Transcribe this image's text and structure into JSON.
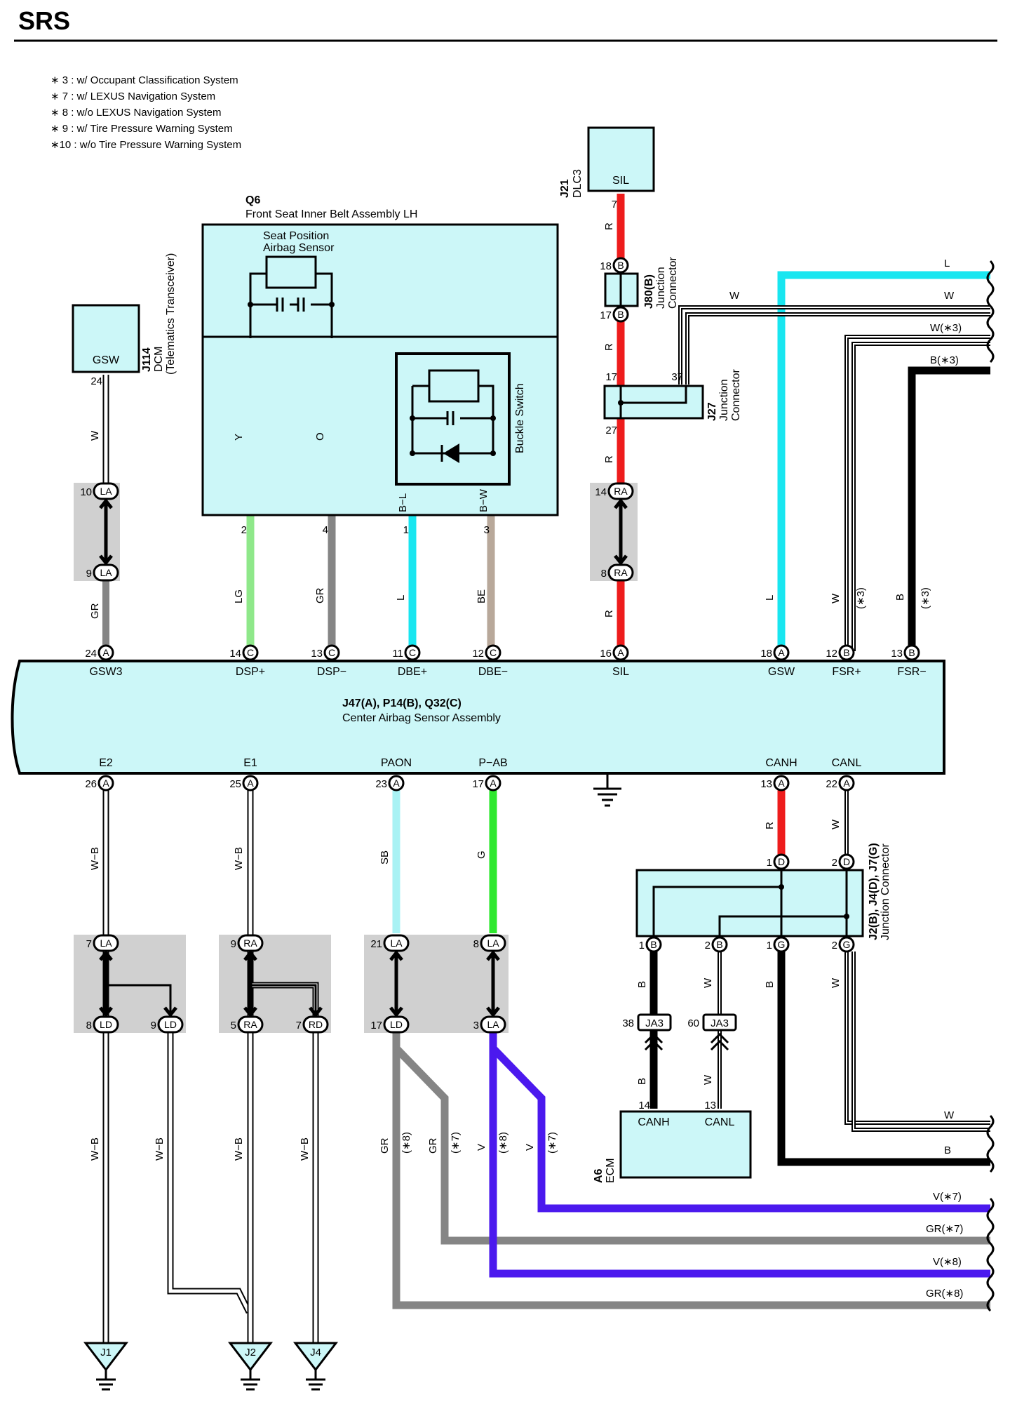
{
  "header": {
    "title": "SRS"
  },
  "notes": [
    "∗ 3 : w/ Occupant Classification System",
    "∗ 7 : w/ LEXUS Navigation System",
    "∗ 8 : w/o LEXUS Navigation System",
    "∗ 9 : w/ Tire Pressure Warning System",
    "∗10 : w/o Tire Pressure Warning System"
  ],
  "colors": {
    "box_fill": "#ccf7f8",
    "connector_shade": "#d0d0d0",
    "red": "#ee1c1c",
    "cyan": "#19e6f0",
    "yellow": "#f7e61a",
    "orange": "#f7871c",
    "light_green": "#8fe88a",
    "gray": "#858585",
    "beige": "#b8a89a",
    "light_blue": "#a9f2f4",
    "green": "#2ee82e",
    "violet": "#4b19ee",
    "black": "#000000"
  },
  "components": {
    "q6": {
      "code": "Q6",
      "name": "Front Seat Inner Belt Assembly LH",
      "sensor_line1": "Seat Position",
      "sensor_line2": "Airbag Sensor",
      "buckle": "Buckle Switch"
    },
    "j114": {
      "code": "J114",
      "name": "DCM",
      "sub": "(Telematics Transceiver)",
      "pin_label": "GSW"
    },
    "j21": {
      "code": "J21",
      "name": "DLC3",
      "pin_label": "SIL"
    },
    "j80": {
      "code": "J80(B)",
      "name1": "Junction",
      "name2": "Connector"
    },
    "j27": {
      "code": "J27",
      "name1": "Junction",
      "name2": "Connector"
    },
    "main": {
      "code": "J47(A), P14(B), Q32(C)",
      "name": "Center Airbag Sensor Assembly"
    },
    "j2j4j7": {
      "code": "J2(B), J4(D), J7(G)",
      "name": "Junction Connector"
    },
    "ecm": {
      "code": "A6",
      "name": "ECM",
      "pin1": "CANH",
      "pin2": "CANL"
    }
  },
  "terminals_top": [
    "GSW3",
    "DSP+",
    "DSP−",
    "DBE+",
    "DBE−",
    "SIL",
    "GSW",
    "FSR+",
    "FSR−"
  ],
  "terminals_bottom": [
    "E2",
    "E1",
    "PAON",
    "P−AB",
    "CANH",
    "CANL"
  ],
  "pins": {
    "main_top": [
      {
        "num": "24",
        "conn": "A"
      },
      {
        "num": "14",
        "conn": "C"
      },
      {
        "num": "13",
        "conn": "C"
      },
      {
        "num": "11",
        "conn": "C"
      },
      {
        "num": "12",
        "conn": "C"
      },
      {
        "num": "16",
        "conn": "A"
      },
      {
        "num": "18",
        "conn": "A"
      },
      {
        "num": "12",
        "conn": "B"
      },
      {
        "num": "13",
        "conn": "B"
      }
    ],
    "main_bottom": [
      {
        "num": "26",
        "conn": "A"
      },
      {
        "num": "25",
        "conn": "A"
      },
      {
        "num": "23",
        "conn": "A"
      },
      {
        "num": "17",
        "conn": "A"
      },
      {
        "num": "13",
        "conn": "A"
      },
      {
        "num": "22",
        "conn": "A"
      }
    ],
    "q6": [
      "2",
      "4",
      "1",
      "3"
    ],
    "j114": "24",
    "j21": "7",
    "j80": [
      {
        "num": "18",
        "conn": "B"
      },
      {
        "num": "17",
        "conn": "B"
      }
    ],
    "j27": [
      "17",
      "37",
      "27"
    ],
    "gsw_conn": [
      {
        "num": "10",
        "conn": "LA"
      },
      {
        "num": "9",
        "conn": "LA"
      }
    ],
    "sil_conn": [
      {
        "num": "14",
        "conn": "RA"
      },
      {
        "num": "8",
        "conn": "RA"
      }
    ],
    "jc_top": [
      {
        "num": "1",
        "conn": "D"
      },
      {
        "num": "2",
        "conn": "D"
      }
    ],
    "jc_bottom": [
      {
        "num": "1",
        "conn": "B"
      },
      {
        "num": "2",
        "conn": "B"
      },
      {
        "num": "1",
        "conn": "G"
      },
      {
        "num": "2",
        "conn": "G"
      }
    ],
    "ja3": [
      {
        "num": "38",
        "conn": "JA3"
      },
      {
        "num": "60",
        "conn": "JA3"
      }
    ],
    "ecm": [
      "14",
      "13"
    ],
    "e2_conn": [
      {
        "num": "7",
        "conn": "LA"
      },
      {
        "num": "8",
        "conn": "LD"
      },
      {
        "num": "9",
        "conn": "LD"
      }
    ],
    "e1_conn": [
      {
        "num": "9",
        "conn": "RA"
      },
      {
        "num": "5",
        "conn": "RA"
      },
      {
        "num": "7",
        "conn": "RD"
      }
    ],
    "p_conn": [
      {
        "num": "21",
        "conn": "LA"
      },
      {
        "num": "17",
        "conn": "LD"
      },
      {
        "num": "8",
        "conn": "LA"
      },
      {
        "num": "3",
        "conn": "LA"
      }
    ]
  },
  "wire_labels": {
    "gsw_top": "W",
    "gsw_bot": "GR",
    "dsp_p_in": "Y",
    "dsp_m_in": "O",
    "dbe_p_in": "B−L",
    "dbe_m_in": "B−W",
    "dsp_p": "LG",
    "dsp_m": "GR",
    "dbe_p": "L",
    "dbe_m": "BE",
    "sil": "R",
    "gsw": "L",
    "fsr_p": "W",
    "fsr_m": "B",
    "note3": "(∗3)",
    "right_l": "L",
    "right_w1": "W",
    "right_w2": "W",
    "j80_w": "W",
    "right_w3": "W(∗3)",
    "right_b3": "B(∗3)",
    "e2": "W−B",
    "e1": "W−B",
    "paon": "SB",
    "pab": "G",
    "canh": "R",
    "canl": "W",
    "jc_b1": "B",
    "jc_w1": "W",
    "jc_b2": "B",
    "jc_w2": "W",
    "ja3_b": "B",
    "ja3_w": "W",
    "gr": "GR",
    "v": "V",
    "n8": "(∗8)",
    "n7": "(∗7)",
    "right_w4": "W",
    "right_b4": "B",
    "v7": "V(∗7)",
    "gr7": "GR(∗7)",
    "v8": "V(∗8)",
    "gr8": "GR(∗8)"
  },
  "grounds": [
    "J1",
    "J2",
    "J4"
  ]
}
